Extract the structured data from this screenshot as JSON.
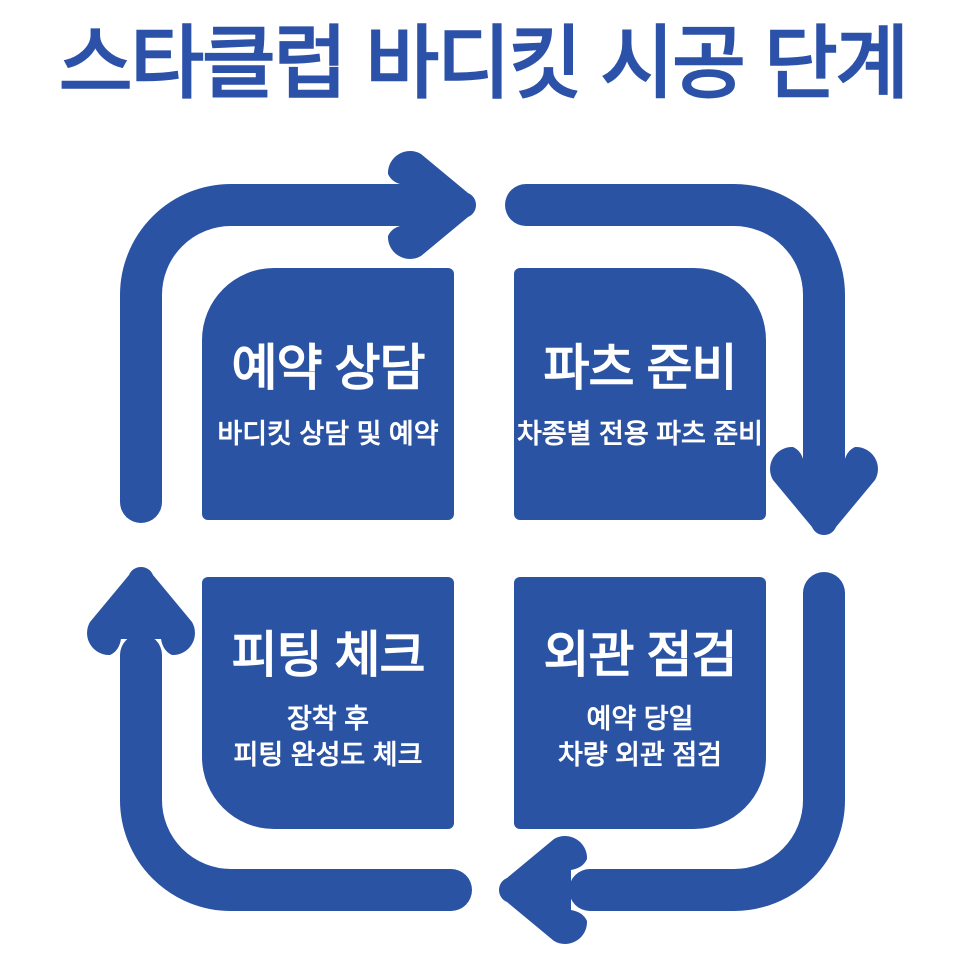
{
  "title": "스타클럽 바디킷 시공 단계",
  "theme": {
    "primary_blue": "#2B53A4",
    "title_blue": "#2C51A8",
    "background": "#FFFFFF",
    "text_on_blue": "#FFFFFF"
  },
  "steps": [
    {
      "position": "top-left",
      "heading": "예약 상담",
      "description": [
        "바디킷 상담 및 예약"
      ]
    },
    {
      "position": "top-right",
      "heading": "파츠 준비",
      "description": [
        "차종별 전용 파츠 준비"
      ]
    },
    {
      "position": "bottom-left",
      "heading": "피팅 체크",
      "description": [
        "장착 후",
        "피팅 완성도 체크"
      ]
    },
    {
      "position": "bottom-right",
      "heading": "외관 점검",
      "description": [
        "예약 당일",
        "차량 외관 점검"
      ]
    }
  ],
  "arrows": [
    {
      "position": "top",
      "direction": "right"
    },
    {
      "position": "right",
      "direction": "down"
    },
    {
      "position": "bottom",
      "direction": "left"
    },
    {
      "position": "left",
      "direction": "up"
    }
  ]
}
